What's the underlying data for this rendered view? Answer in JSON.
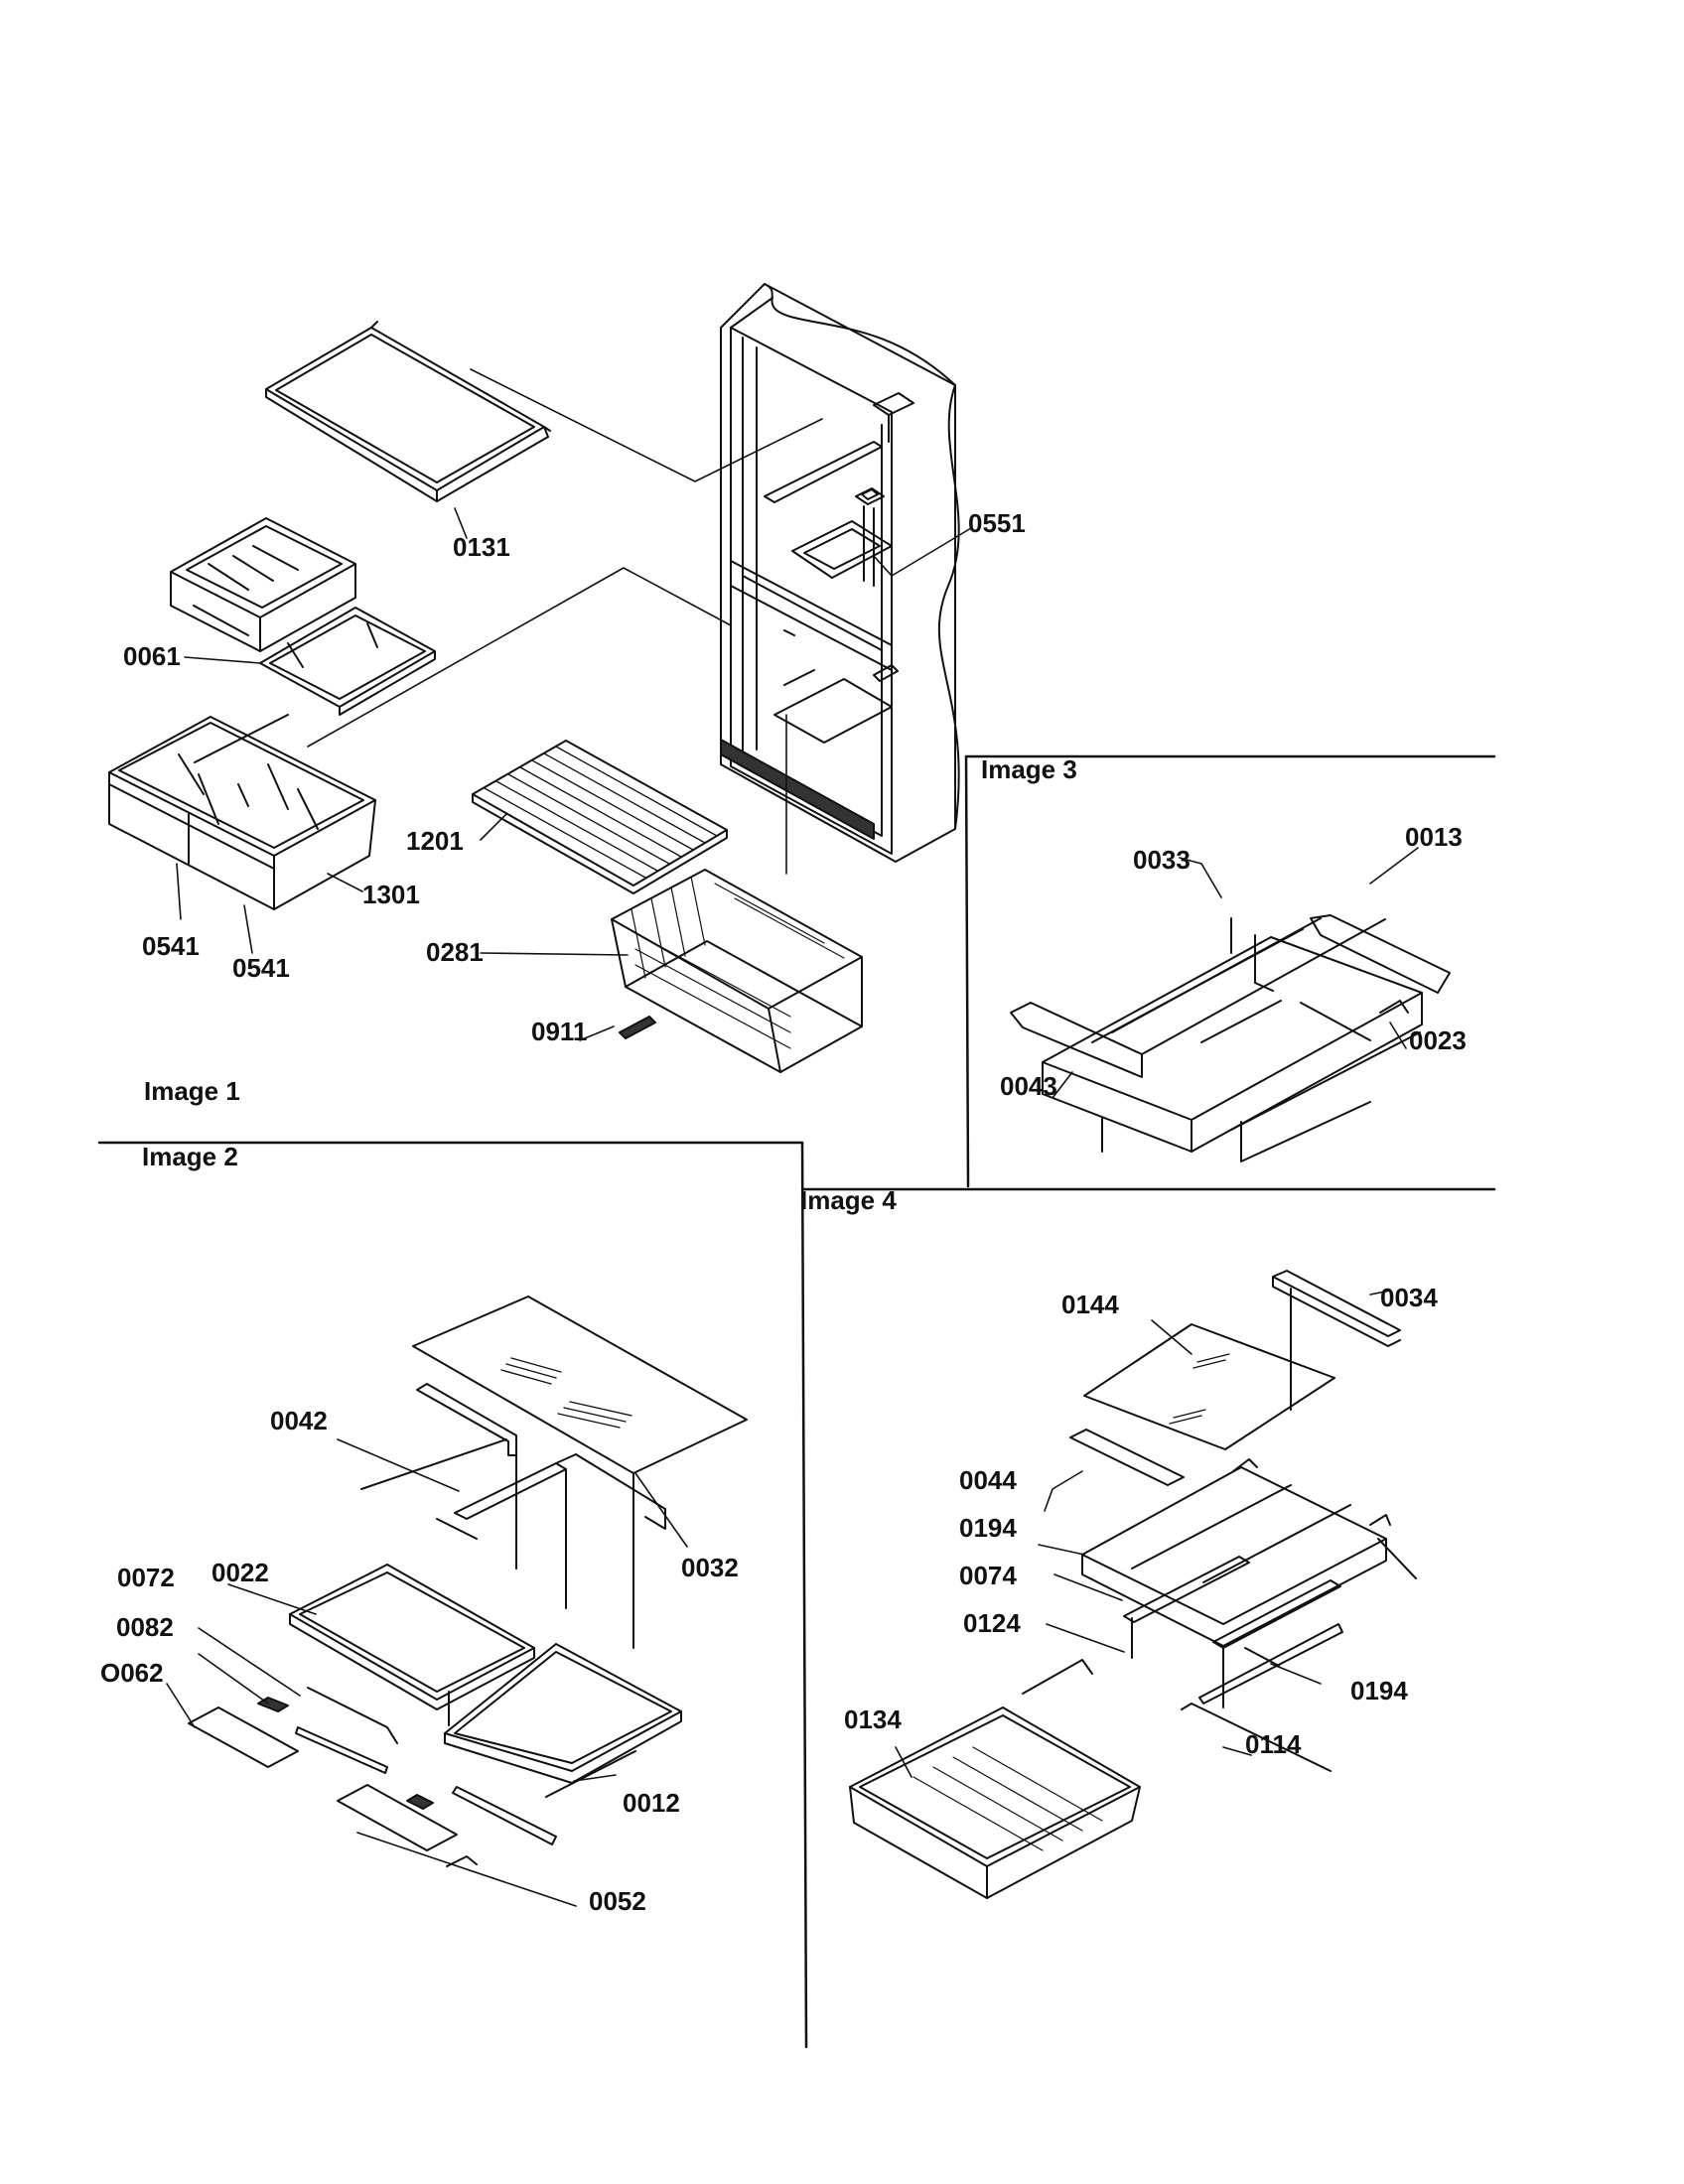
{
  "sections": {
    "image1": "Image 1",
    "image2": "Image 2",
    "image3": "Image 3",
    "image4": "Image 4"
  },
  "callouts": {
    "p0131": "0131",
    "p0551": "0551",
    "p0061": "0061",
    "p1201": "1201",
    "p1301": "1301",
    "p0541a": "0541",
    "p0541b": "0541",
    "p0281": "0281",
    "p0911": "0911",
    "p0033": "0033",
    "p0013": "0013",
    "p0023": "0023",
    "p0043": "0043",
    "p0042": "0042",
    "p0032": "0032",
    "p0072": "0072",
    "p0022": "0022",
    "p0082": "0082",
    "p0062": "O062",
    "p0012": "0012",
    "p0052": "0052",
    "p0144": "0144",
    "p0034": "0034",
    "p0044": "0044",
    "p0194a": "0194",
    "p0074": "0074",
    "p0124": "0124",
    "p0194b": "0194",
    "p0134": "0134",
    "p0114": "0114"
  },
  "colors": {
    "ink": "#111111",
    "paper": "#ffffff"
  }
}
